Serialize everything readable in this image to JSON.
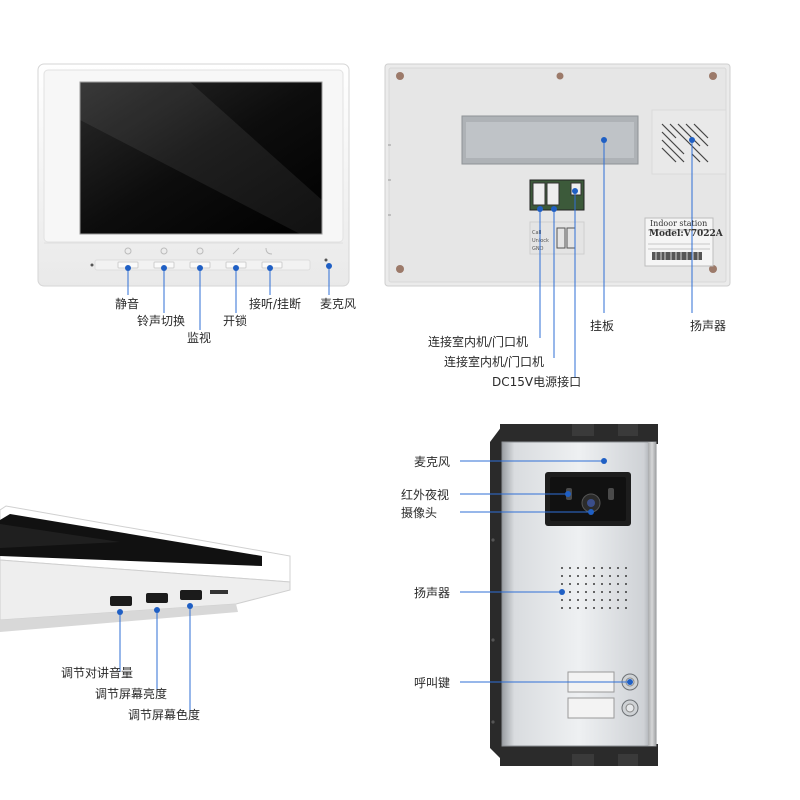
{
  "front_panel": {
    "labels": {
      "mute": "静音",
      "ringtone": "铃声切换",
      "monitor": "监视",
      "unlock": "开锁",
      "answer_hangup": "接听/挂断",
      "microphone": "麦克风"
    }
  },
  "back_panel": {
    "nameplate": {
      "line1": "Indoor station",
      "line2": "Model:V7022A"
    },
    "labels": {
      "connect_1": "连接室内机/门口机",
      "connect_2": "连接室内机/门口机",
      "power": "DC15V电源接口",
      "mount": "挂板",
      "speaker": "扬声器"
    }
  },
  "side_panel": {
    "labels": {
      "volume": "调节对讲音量",
      "brightness": "调节屏幕亮度",
      "color": "调节屏幕色度"
    }
  },
  "outdoor_unit": {
    "labels": {
      "microphone": "麦克风",
      "ir_night": "红外夜视",
      "camera": "摄像头",
      "speaker": "扬声器",
      "call_button": "呼叫键"
    }
  },
  "colors": {
    "leader_line": "#2f6fd6",
    "dot": "#1f5fc4"
  }
}
